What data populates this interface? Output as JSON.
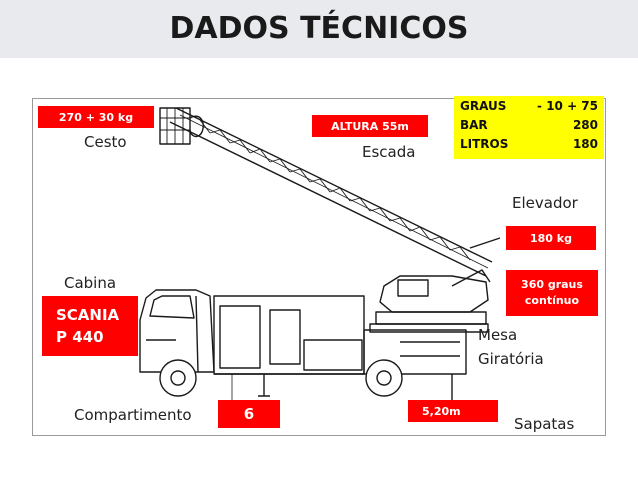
{
  "header": {
    "title": "DADOS TÉCNICOS"
  },
  "specs": [
    {
      "label": "GRAUS",
      "value": "- 10 + 75"
    },
    {
      "label": "BAR",
      "value": "280"
    },
    {
      "label": "LITROS",
      "value": "180"
    }
  ],
  "badges": {
    "basket_load": "270 + 30 kg",
    "height": "ALTURA 55m",
    "elevator_load": "180 kg",
    "rotation_line1": "360 graus",
    "rotation_line2": "contínuo",
    "cab_line1": "SCANIA",
    "cab_line2": "P 440",
    "compartment_count": "6",
    "outrigger_span": "5,20m"
  },
  "labels": {
    "basket": "Cesto",
    "ladder": "Escada",
    "elevator": "Elevador",
    "cab": "Cabina",
    "turntable_line1": "Mesa",
    "turntable_line2": "Giratória",
    "compartment": "Compartimento",
    "outriggers": "Sapatas"
  },
  "colors": {
    "badge": "#ff0000",
    "spec_box": "#ffff00",
    "header_band": "#e8eaee"
  }
}
